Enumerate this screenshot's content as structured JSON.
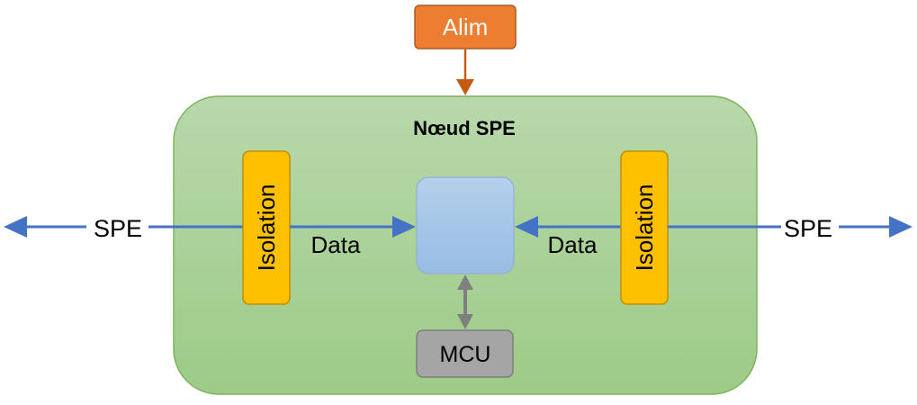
{
  "diagram": {
    "alim_label": "Alim",
    "node_title": "Nœud SPE",
    "left_isolation_label": "Isolation",
    "right_isolation_label": "Isolation",
    "left_data_label": "Data",
    "right_data_label": "Data",
    "left_spe_label": "SPE",
    "right_spe_label": "SPE",
    "mcu_label": "MCU",
    "colors": {
      "alim_fill": "#ED7D31",
      "alim_arrow": "#C55A11",
      "node_fill_top": "#B7D7A8",
      "node_fill_bottom": "#9CCB86",
      "node_stroke": "#70AD47",
      "isolation_fill": "#FFC000",
      "isolation_stroke": "#BF9000",
      "phy_fill_top": "#BDD7EE",
      "phy_fill_bottom": "#9DC3E6",
      "link_arrow": "#4472C4",
      "mcu_fill": "#A5A5A5",
      "mcu_arrow": "#7F7F7F"
    }
  }
}
